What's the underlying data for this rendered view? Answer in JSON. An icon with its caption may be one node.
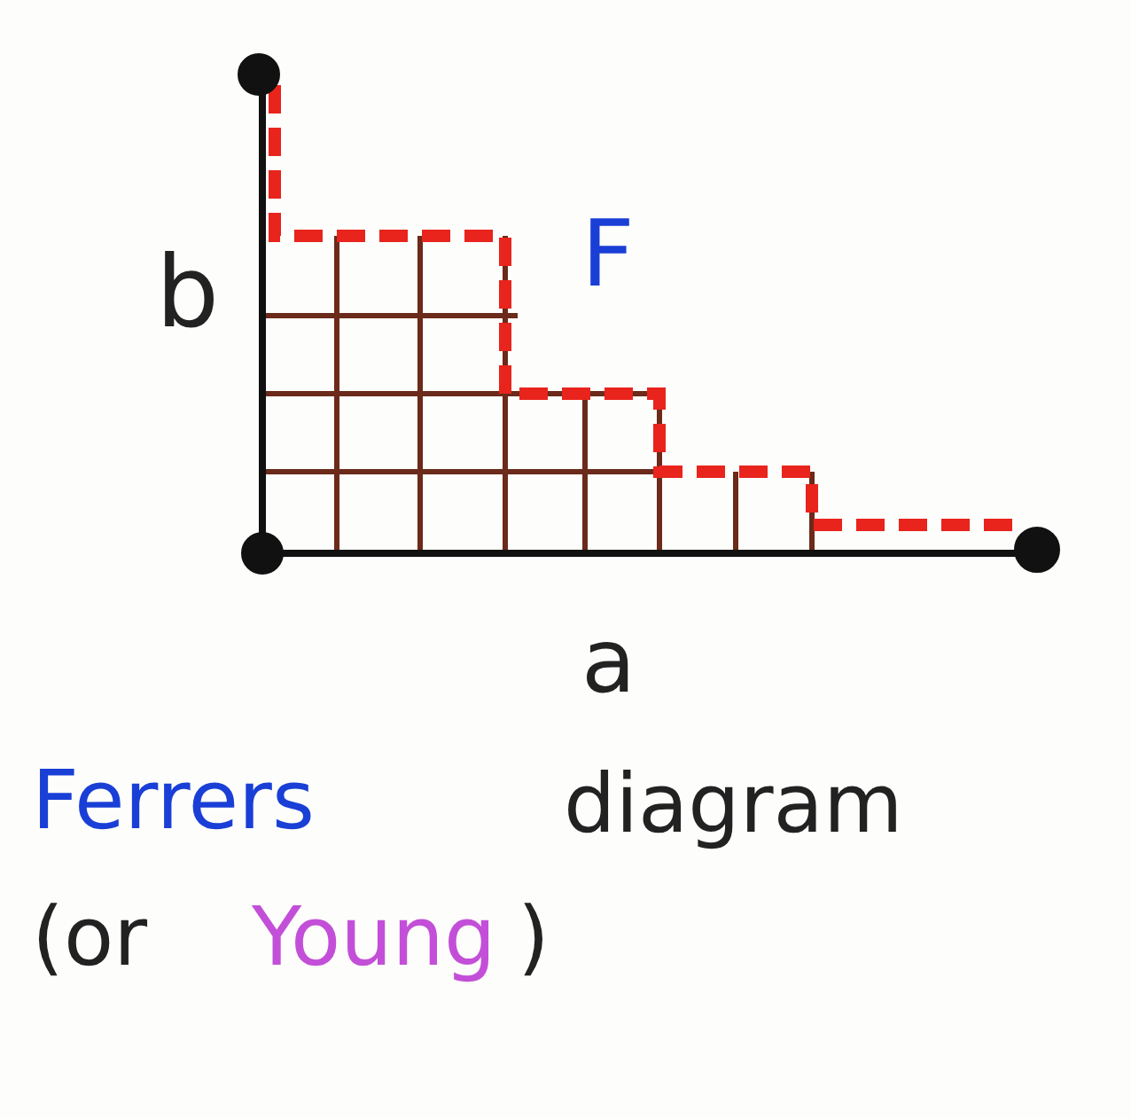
{
  "diagram": {
    "labels": [
      "b",
      "F",
      "a",
      "Ferrers",
      "diagram",
      "(or",
      "Young",
      ")"
    ]
  }
}
